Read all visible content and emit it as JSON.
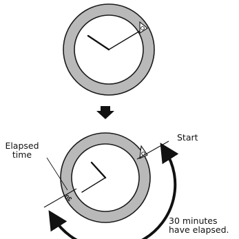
{
  "labels": {
    "elapsed_line1": "Elapsed",
    "elapsed_line2": "time",
    "start": "Start",
    "thirty_line1": "30 minutes",
    "thirty_line2": "have elapsed."
  },
  "bezel_marker": "30",
  "colors": {
    "bezel": "#b9b9b9",
    "outline": "#1a1a1a",
    "face": "#ffffff"
  }
}
